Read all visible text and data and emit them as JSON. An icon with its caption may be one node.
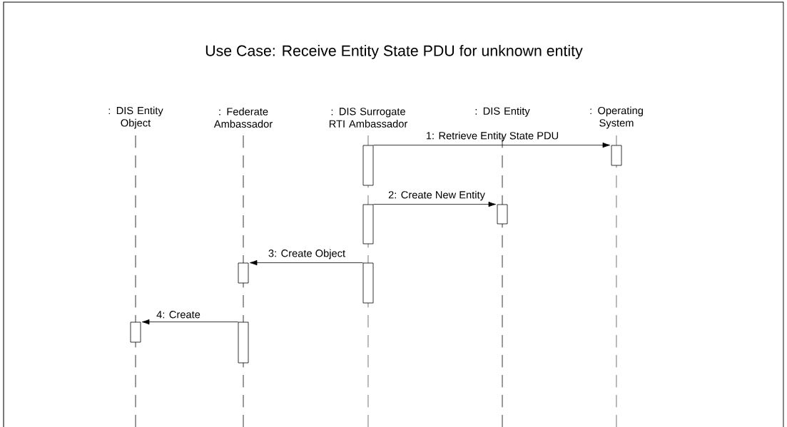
{
  "diagram": {
    "title": "Use Case:  Receive Entity State PDU for unknown entity",
    "nodes": [
      {
        "text": [
          ": DIS Entity Object"
        ]
      },
      {
        "text": [
          ": Federate Ambassador"
        ]
      },
      {
        "text": [
          ": DIS Surrogate RTI Ambassador"
        ]
      },
      {
        "text": [
          ": DIS Entity"
        ]
      },
      {
        "text": [
          ": Operating System"
        ]
      },
      {
        "text": [],
        "shape": "bar"
      },
      {
        "text": [],
        "shape": "bar"
      },
      {
        "text": [],
        "shape": "bar"
      },
      {
        "text": [],
        "shape": "bar"
      },
      {
        "text": [],
        "shape": "bar"
      },
      {
        "text": [],
        "shape": "bar"
      },
      {
        "text": [],
        "shape": "bar"
      },
      {
        "text": [],
        "shape": "bar"
      }
    ],
    "edges": [
      {
        "from": 5,
        "to": 6,
        "arrow": "to",
        "label": "1: Retrieve Entity State PDU"
      },
      {
        "from": 7,
        "to": 8,
        "arrow": "to",
        "label": "2: Create New Entity"
      },
      {
        "from": 9,
        "to": 10,
        "arrow": "to",
        "label": "3: Create Object"
      },
      {
        "from": 11,
        "to": 12,
        "arrow": "to",
        "label": "4: Create"
      }
    ]
  }
}
